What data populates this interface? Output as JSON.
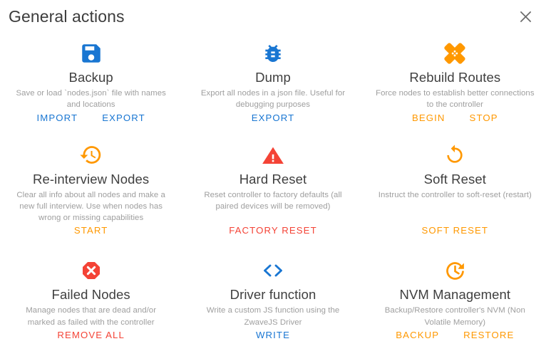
{
  "dialog": {
    "title": "General actions",
    "close_icon": "close-icon"
  },
  "colors": {
    "blue": "#1976d2",
    "orange": "#ff9800",
    "red": "#f44336",
    "title_text": "#3f3f3f",
    "desc_text": "#9e9e9e",
    "background": "#ffffff"
  },
  "cards": [
    {
      "id": "backup",
      "icon": "floppy-disk-save-icon",
      "icon_color": "#1976d2",
      "title": "Backup",
      "description": "Save or load `nodes.json` file with names and locations",
      "actions": [
        {
          "label": "IMPORT",
          "color": "blue"
        },
        {
          "label": "EXPORT",
          "color": "blue"
        }
      ]
    },
    {
      "id": "dump",
      "icon": "bug-icon",
      "icon_color": "#1976d2",
      "title": "Dump",
      "description": "Export all nodes in a json file. Useful for debugging purposes",
      "actions": [
        {
          "label": "EXPORT",
          "color": "blue"
        }
      ]
    },
    {
      "id": "rebuild-routes",
      "icon": "bandage-healing-icon",
      "icon_color": "#ff9800",
      "title": "Rebuild Routes",
      "description": "Force nodes to establish better connections to the controller",
      "actions": [
        {
          "label": "BEGIN",
          "color": "orange"
        },
        {
          "label": "STOP",
          "color": "orange"
        }
      ]
    },
    {
      "id": "re-interview-nodes",
      "icon": "history-restore-icon",
      "icon_color": "#ff9800",
      "title": "Re-interview Nodes",
      "description": "Clear all info about all nodes and make a new full interview. Use when nodes has wrong or missing capabilities",
      "actions": [
        {
          "label": "START",
          "color": "orange"
        }
      ]
    },
    {
      "id": "hard-reset",
      "icon": "warning-triangle-icon",
      "icon_color": "#f44336",
      "title": "Hard Reset",
      "description": "Reset controller to factory defaults (all paired devices will be removed)",
      "actions": [
        {
          "label": "FACTORY RESET",
          "color": "red"
        }
      ]
    },
    {
      "id": "soft-reset",
      "icon": "refresh-restart-icon",
      "icon_color": "#ff9800",
      "title": "Soft Reset",
      "description": "Instruct the controller to soft-reset (restart)",
      "actions": [
        {
          "label": "SOFT RESET",
          "color": "orange"
        }
      ]
    },
    {
      "id": "failed-nodes",
      "icon": "close-octagon-icon",
      "icon_color": "#f44336",
      "title": "Failed Nodes",
      "description": "Manage nodes that are dead and/or marked as failed with the controller",
      "actions": [
        {
          "label": "REMOVE ALL",
          "color": "red"
        }
      ]
    },
    {
      "id": "driver-function",
      "icon": "code-brackets-icon",
      "icon_color": "#1976d2",
      "title": "Driver function",
      "description": "Write a custom JS function using the ZwaveJS Driver",
      "actions": [
        {
          "label": "WRITE",
          "color": "blue"
        }
      ]
    },
    {
      "id": "nvm-management",
      "icon": "clock-restore-icon",
      "icon_color": "#ff9800",
      "title": "NVM Management",
      "description": "Backup/Restore controller's NVM (Non Volatile Memory)",
      "actions": [
        {
          "label": "BACKUP",
          "color": "orange"
        },
        {
          "label": "RESTORE",
          "color": "orange"
        }
      ]
    }
  ]
}
